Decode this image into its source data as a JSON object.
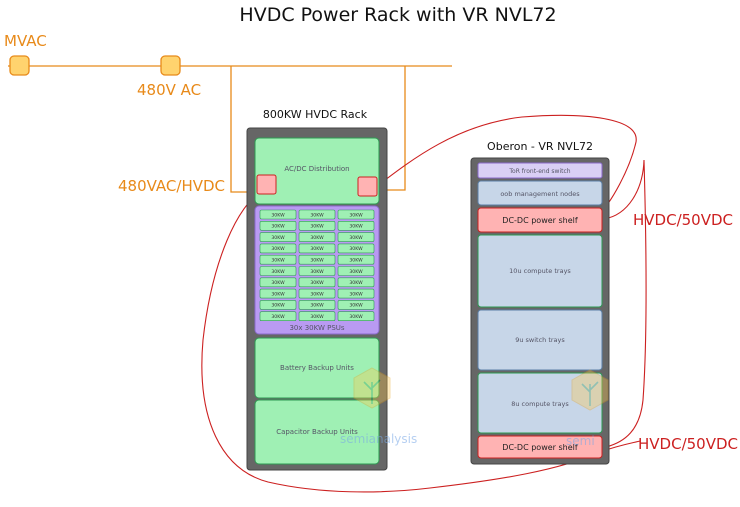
{
  "title": "HVDC Power Rack with VR NVL72",
  "labels": {
    "mvac": "MVAC",
    "ac480": "480V AC",
    "hvdc_in": "480VAC/HVDC",
    "hvdc_top": "HVDC/50VDC",
    "hvdc_bottom": "HVDC/50VDC"
  },
  "left_rack": {
    "title": "800KW HVDC Rack",
    "acdc": "AC/DC Distribution",
    "psu_cell": "30KW",
    "psu_caption": "30x 30KW PSUs",
    "battery": "Battery Backup Units",
    "capacitor": "Capacitor Backup Units"
  },
  "right_rack": {
    "title": "Oberon - VR NVL72",
    "tor": "ToR front-end switch",
    "mgmt": "oob management nodes",
    "dcdc_top": "DC-DC power shelf",
    "compute10": "10u compute trays",
    "switch9": "9u switch trays",
    "compute8": "8u compute trays",
    "dcdc_bottom": "DC-DC power shelf"
  },
  "watermark": "semianalysis",
  "colors": {
    "orange": "#e88a1a",
    "red": "#cc2020",
    "green_fill": "#9ff0b4",
    "green_stroke": "#2e9a52",
    "purple": "#b99af2",
    "blue_fill": "#c7d6e8",
    "rack_gray": "#666666",
    "pink": "#ffb3b3"
  }
}
